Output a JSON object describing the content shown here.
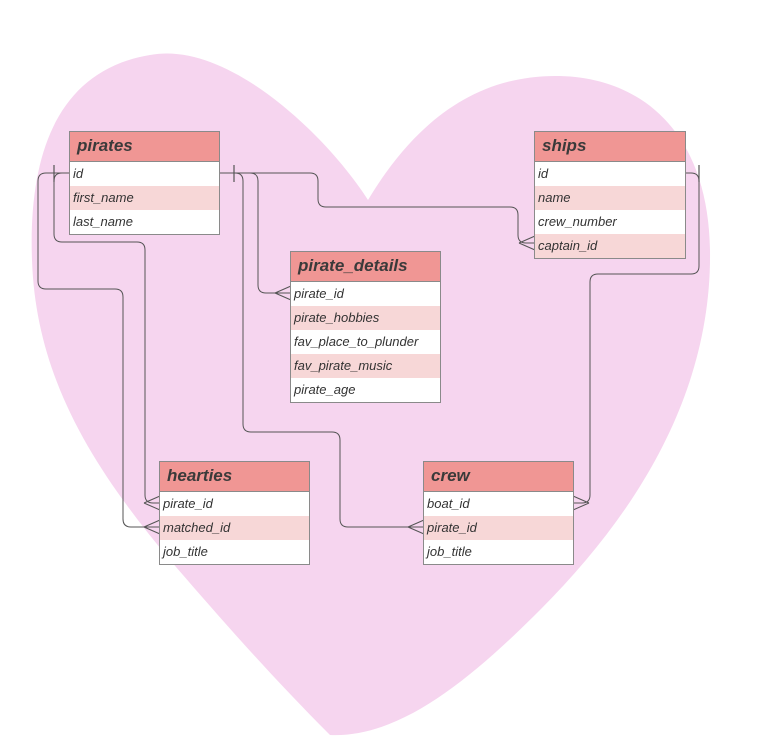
{
  "colors": {
    "heart": "#f6d5ef",
    "header": "#f09694",
    "row_alt": "#f7d7d7",
    "border": "#8a8a8a",
    "connector": "#555555"
  },
  "entities": {
    "pirates": {
      "title": "pirates",
      "fields": [
        "id",
        "first_name",
        "last_name"
      ]
    },
    "ships": {
      "title": "ships",
      "fields": [
        "id",
        "name",
        "crew_number",
        "captain_id"
      ]
    },
    "pirate_details": {
      "title": "pirate_details",
      "fields": [
        "pirate_id",
        "pirate_hobbies",
        "fav_place_to_plunder",
        "fav_pirate_music",
        "pirate_age"
      ]
    },
    "hearties": {
      "title": "hearties",
      "fields": [
        "pirate_id",
        "matched_id",
        "job_title"
      ]
    },
    "crew": {
      "title": "crew",
      "fields": [
        "boat_id",
        "pirate_id",
        "job_title"
      ]
    }
  },
  "relationships": [
    {
      "from": "pirates.id",
      "to": "ships.captain_id",
      "cardinality": "one-to-many"
    },
    {
      "from": "pirates.id",
      "to": "pirate_details.pirate_id",
      "cardinality": "one-to-many"
    },
    {
      "from": "pirates.id",
      "to": "crew.pirate_id",
      "cardinality": "one-to-many"
    },
    {
      "from": "pirates.id",
      "to": "hearties.pirate_id",
      "cardinality": "one-to-many"
    },
    {
      "from": "pirates.id",
      "to": "hearties.matched_id",
      "cardinality": "one-to-many"
    },
    {
      "from": "ships.id",
      "to": "crew.boat_id",
      "cardinality": "one-to-many"
    }
  ]
}
